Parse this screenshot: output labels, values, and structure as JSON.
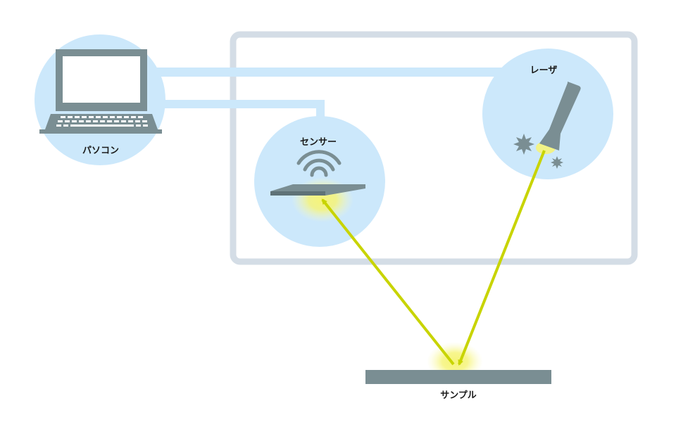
{
  "labels": {
    "pc": "パソコン",
    "sensor": "センサー",
    "laser": "レーザ",
    "sample": "サンプル"
  },
  "colors": {
    "background": "#ffffff",
    "bubble": "#cce8fb",
    "cable": "#cce8fb",
    "frame": "#d4dde6",
    "device": "#7a8e93",
    "beam": "#c8d400",
    "glow": "#f6f47a"
  },
  "icons": {
    "pc": "laptop-icon",
    "sensor": "wifi-sensor-plate-icon",
    "laser": "laser-pointer-icon",
    "spark": "spark-burst-icon"
  }
}
